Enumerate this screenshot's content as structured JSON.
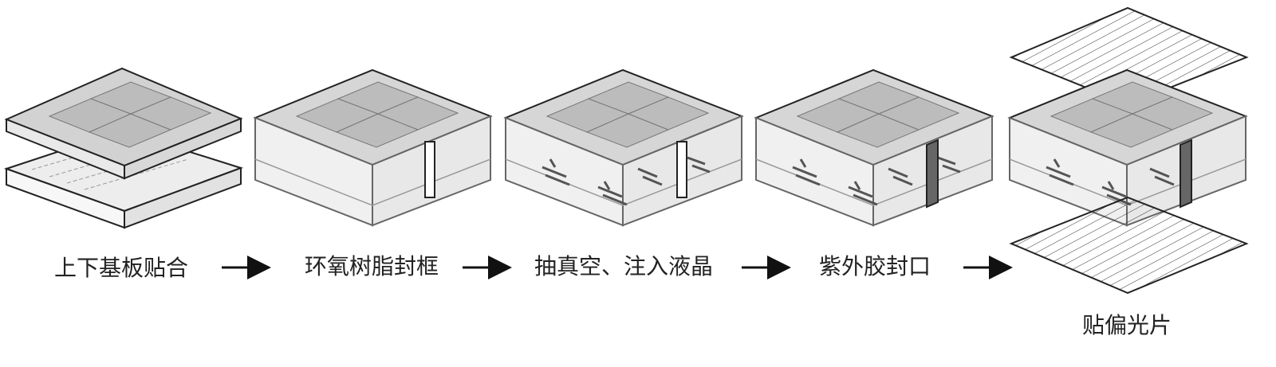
{
  "steps": [
    {
      "id": "bond",
      "label": "上下基板贴合"
    },
    {
      "id": "epoxy",
      "label": "环氧树脂封框"
    },
    {
      "id": "vacuum",
      "label": "抽真空、注入液晶"
    },
    {
      "id": "uv",
      "label": "紫外胶封口"
    },
    {
      "id": "polarizer",
      "label": "贴偏光片"
    }
  ],
  "colors": {
    "stroke": "#222222",
    "glass_top": "#cfcfcf",
    "glass_side": "#e6e6e6",
    "pixel_fill": "#bdbdbd",
    "sealant": "#555555",
    "arrow": "#111111"
  }
}
